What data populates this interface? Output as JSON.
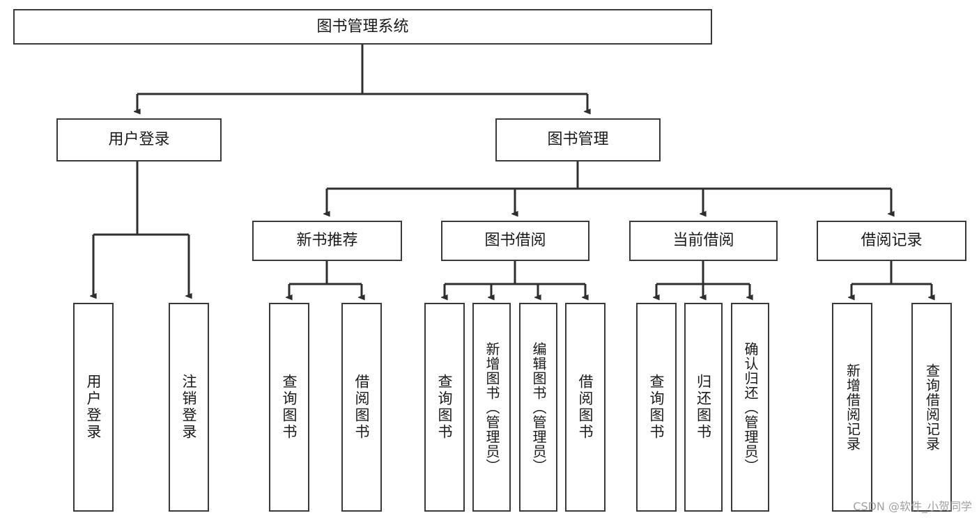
{
  "diagram": {
    "type": "tree-hierarchy",
    "title": "图书管理系统",
    "root": {
      "id": "root",
      "label": "图书管理系统",
      "orientation": "horizontal"
    },
    "level2": [
      {
        "id": "user-login",
        "label": "用户登录",
        "orientation": "horizontal"
      },
      {
        "id": "book-manage",
        "label": "图书管理",
        "orientation": "horizontal"
      }
    ],
    "level3": [
      {
        "id": "new-book-recommend",
        "label": "新书推荐",
        "orientation": "horizontal",
        "parent": "book-manage"
      },
      {
        "id": "book-borrow",
        "label": "图书借阅",
        "orientation": "horizontal",
        "parent": "book-manage"
      },
      {
        "id": "current-borrow",
        "label": "当前借阅",
        "orientation": "horizontal",
        "parent": "book-manage"
      },
      {
        "id": "borrow-record",
        "label": "借阅记录",
        "orientation": "horizontal",
        "parent": "book-manage"
      }
    ],
    "leaves": [
      {
        "id": "leaf-user-login",
        "label": "用户登录",
        "orientation": "vertical",
        "parent": "user-login"
      },
      {
        "id": "leaf-user-logout",
        "label": "注销登录",
        "orientation": "vertical",
        "parent": "user-login"
      },
      {
        "id": "leaf-query-book-1",
        "label": "查询图书",
        "orientation": "vertical",
        "parent": "new-book-recommend"
      },
      {
        "id": "leaf-borrow-book-1",
        "label": "借阅图书",
        "orientation": "vertical",
        "parent": "new-book-recommend"
      },
      {
        "id": "leaf-query-book-2",
        "label": "查询图书",
        "orientation": "vertical",
        "parent": "book-borrow"
      },
      {
        "id": "leaf-add-book",
        "label": "新增图书（管理员）",
        "orientation": "vertical",
        "parent": "book-borrow"
      },
      {
        "id": "leaf-edit-book",
        "label": "编辑图书（管理员）",
        "orientation": "vertical",
        "parent": "book-borrow"
      },
      {
        "id": "leaf-borrow-book-2",
        "label": "借阅图书",
        "orientation": "vertical",
        "parent": "book-borrow"
      },
      {
        "id": "leaf-query-book-3",
        "label": "查询图书",
        "orientation": "vertical",
        "parent": "current-borrow"
      },
      {
        "id": "leaf-return-book",
        "label": "归还图书",
        "orientation": "vertical",
        "parent": "current-borrow"
      },
      {
        "id": "leaf-confirm-return",
        "label": "确认归还（管理员）",
        "orientation": "vertical",
        "parent": "current-borrow"
      },
      {
        "id": "leaf-add-record",
        "label": "新增借阅记录",
        "orientation": "vertical",
        "parent": "borrow-record"
      },
      {
        "id": "leaf-query-record",
        "label": "查询借阅记录",
        "orientation": "vertical",
        "parent": "borrow-record"
      }
    ],
    "colors": {
      "stroke": "#3a3a3a",
      "text": "#1a1a1a",
      "background": "#ffffff",
      "watermark": "#9b9b9b"
    }
  },
  "watermark": {
    "text": "CSDN @软件_小贺同学"
  }
}
